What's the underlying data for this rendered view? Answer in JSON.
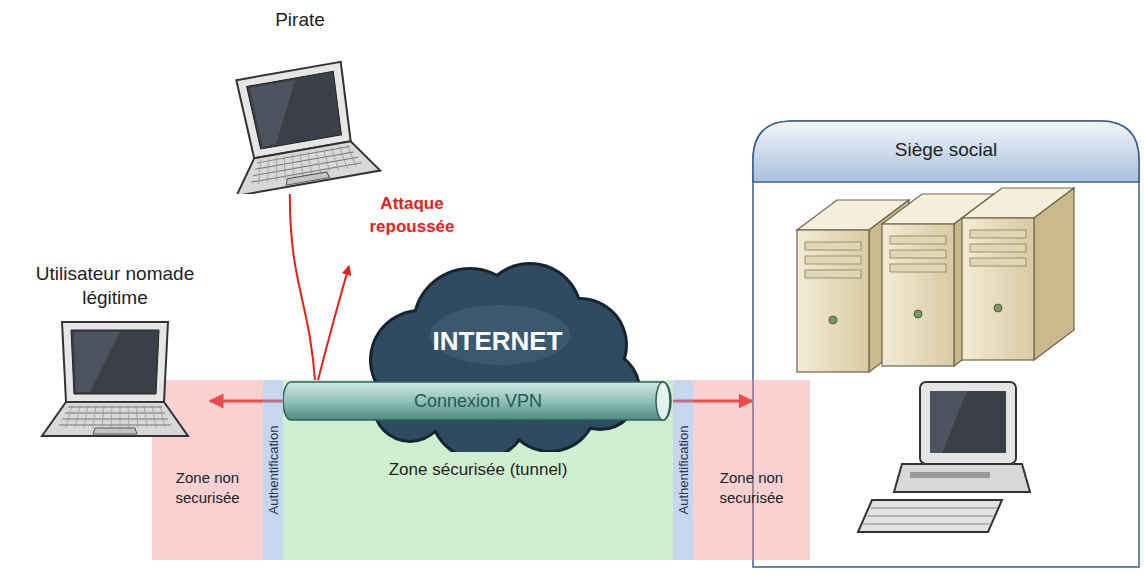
{
  "diagram": {
    "nodes": [
      {
        "text": [
          "Pirate"
        ]
      },
      {
        "text": [
          "Utilisateur nomade légitime"
        ]
      },
      {
        "text": [
          "INTERNET"
        ]
      },
      {
        "text": [
          "Connexion VPN"
        ]
      },
      {
        "text": [
          "Siège social"
        ]
      },
      {
        "text": [
          "Zone non securisée"
        ]
      },
      {
        "text": [
          "Authentification"
        ]
      },
      {
        "text": [
          "Zone sécurisée (tunnel)"
        ]
      },
      {
        "text": [
          "Authentification"
        ]
      },
      {
        "text": [
          "Zone non securisée"
        ]
      }
    ],
    "edges": [
      {
        "from": 3,
        "to": 1,
        "arrow": "to"
      },
      {
        "from": 3,
        "to": 4,
        "arrow": "to"
      },
      {
        "from": 0,
        "to": 3,
        "arrow": "none"
      }
    ],
    "labels": [
      "Attaque repoussée"
    ]
  }
}
